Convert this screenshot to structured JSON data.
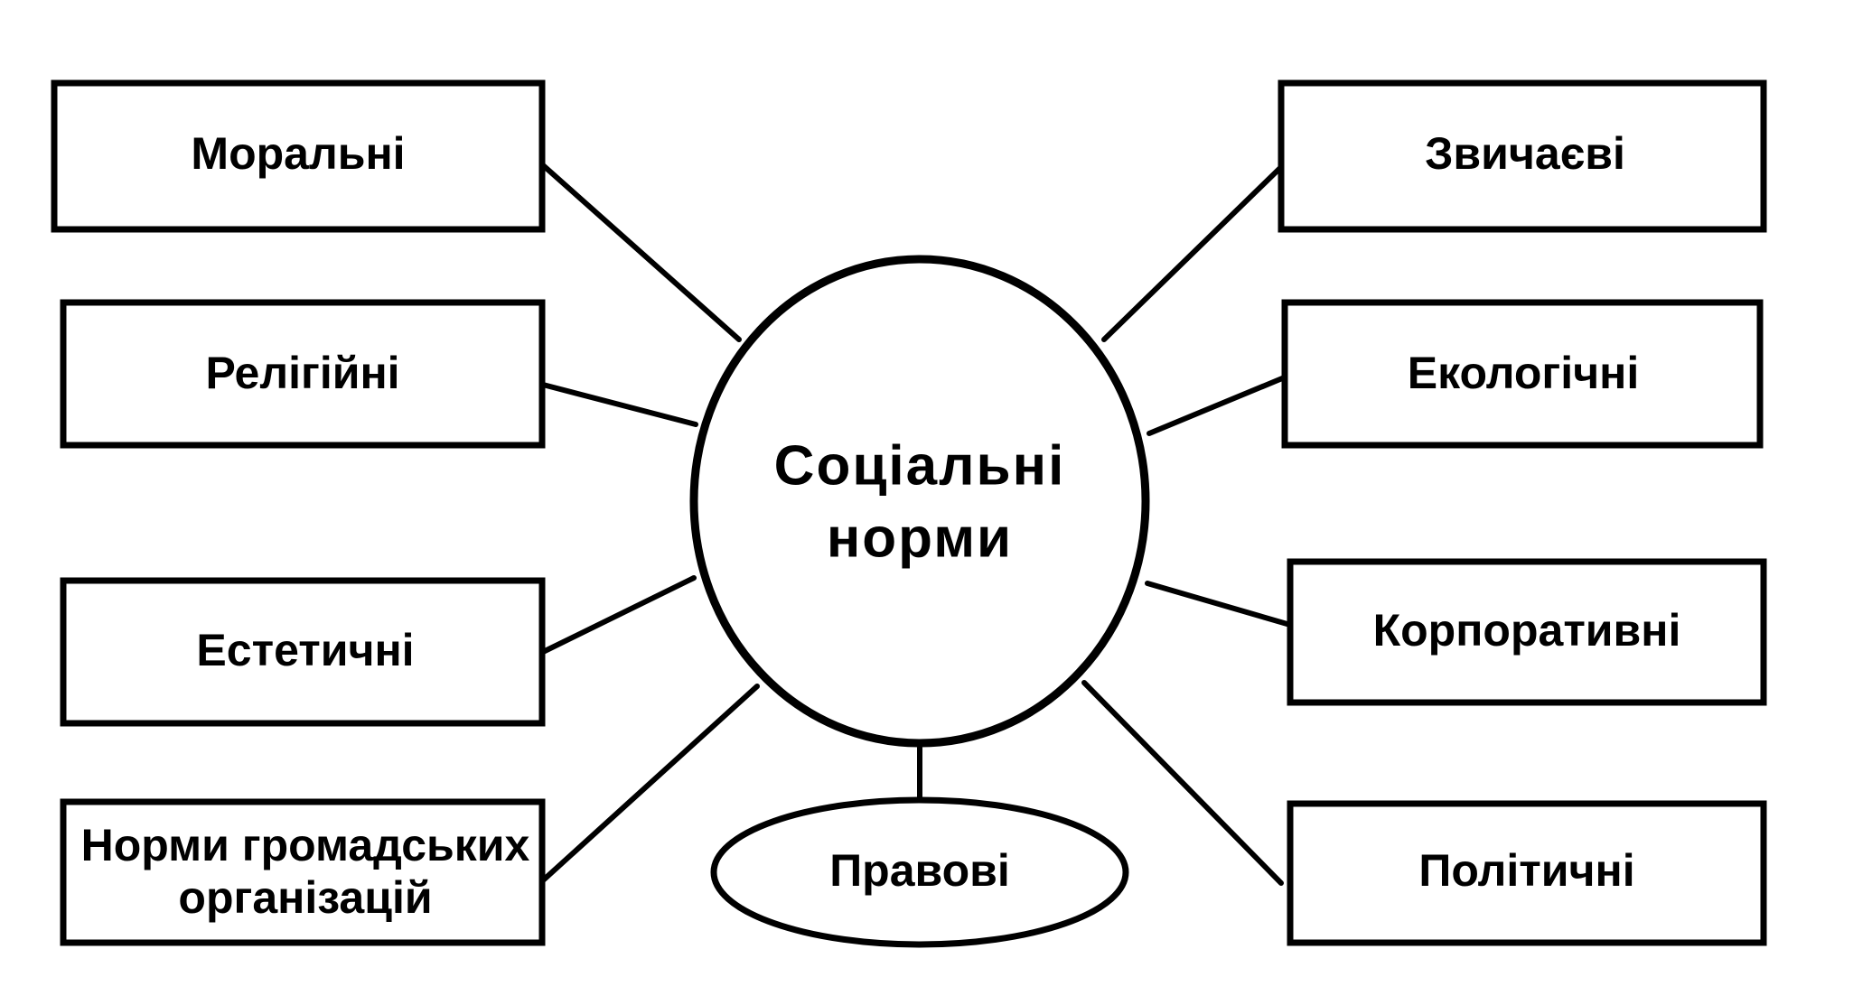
{
  "center": {
    "line1": "Соціальні",
    "line2": "норми"
  },
  "left_boxes": [
    {
      "lines": [
        "Моральні"
      ]
    },
    {
      "lines": [
        "Релігійні"
      ]
    },
    {
      "lines": [
        "Естетичні"
      ]
    },
    {
      "lines": [
        "Норми громадських",
        "організацій"
      ]
    }
  ],
  "right_boxes": [
    {
      "lines": [
        "Звичаєві"
      ]
    },
    {
      "lines": [
        "Екологічні"
      ]
    },
    {
      "lines": [
        "Корпоративні"
      ]
    },
    {
      "lines": [
        "Політичні"
      ]
    }
  ],
  "bottom_ellipse": {
    "label": "Правові"
  }
}
